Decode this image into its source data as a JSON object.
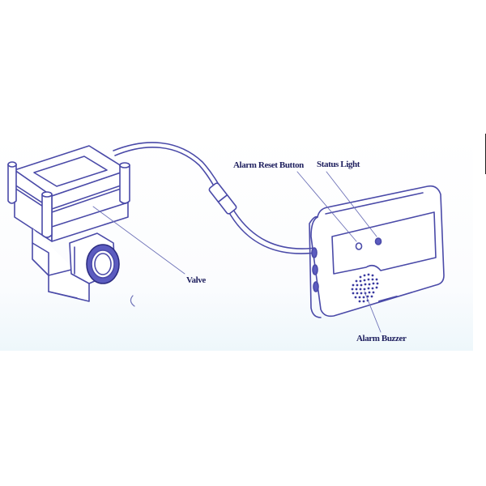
{
  "diagram": {
    "title": "",
    "colors": {
      "line": "#4a4aa8",
      "line_dark": "#2c2c80",
      "label_text": "#1e1f5e",
      "leader_line": "#6f73b8",
      "scan_tint": "#eef7fb"
    },
    "components": [
      {
        "id": "valve",
        "label": "Valve"
      },
      {
        "id": "cable",
        "label": ""
      },
      {
        "id": "alarm-unit",
        "label": ""
      }
    ],
    "labels": {
      "valve": "Valve",
      "alarm_reset_button": "Alarm Reset Button",
      "status_light": "Status Light",
      "alarm_buzzer": "Alarm Buzzer"
    }
  }
}
